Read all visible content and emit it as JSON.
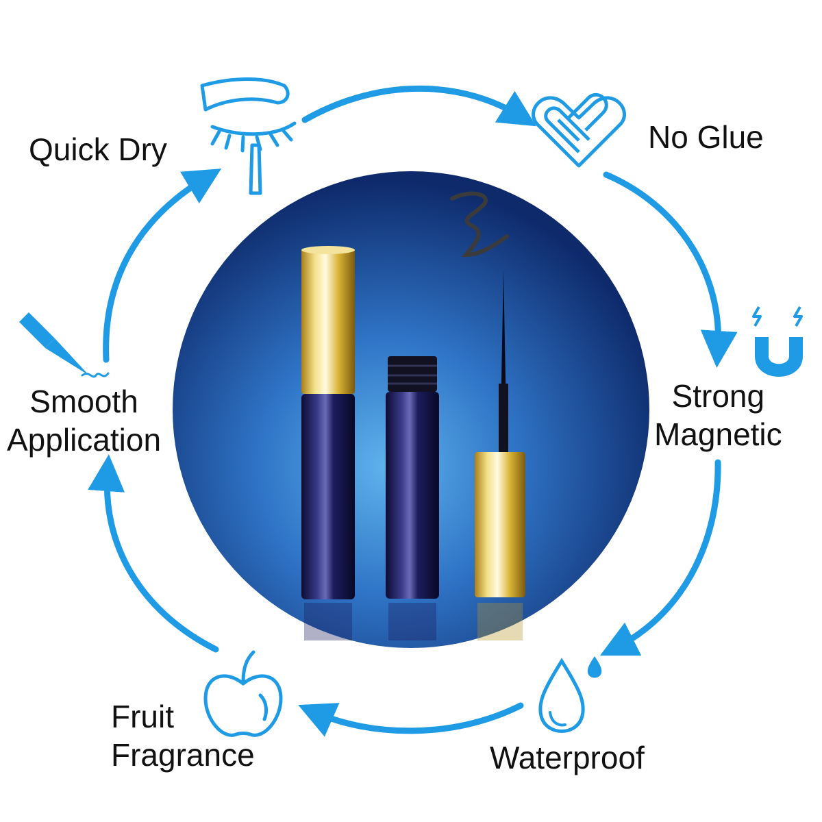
{
  "features": {
    "quick_dry": {
      "label": "Quick Dry",
      "icon": "eye-brush-icon"
    },
    "no_glue": {
      "label": "No Glue",
      "icon": "heart-knot-icon"
    },
    "strong_magnetic": {
      "line1": "Strong",
      "line2": "Magnetic",
      "icon": "magnet-icon"
    },
    "waterproof": {
      "label": "Waterproof",
      "icon": "water-drop-icon"
    },
    "fruit_fragrance": {
      "line1": "Fruit",
      "line2": "Fragrance",
      "icon": "apple-icon"
    },
    "smooth_application": {
      "line1": "Smooth",
      "line2": "Application",
      "icon": "eyeliner-brush-icon"
    }
  },
  "colors": {
    "accent": "#1f9be6",
    "circle_center": "#4a9ee0",
    "circle_edge": "#0e2a6b",
    "gold": "#d8b233",
    "tube": "#1c1d5c",
    "text": "#111111"
  }
}
